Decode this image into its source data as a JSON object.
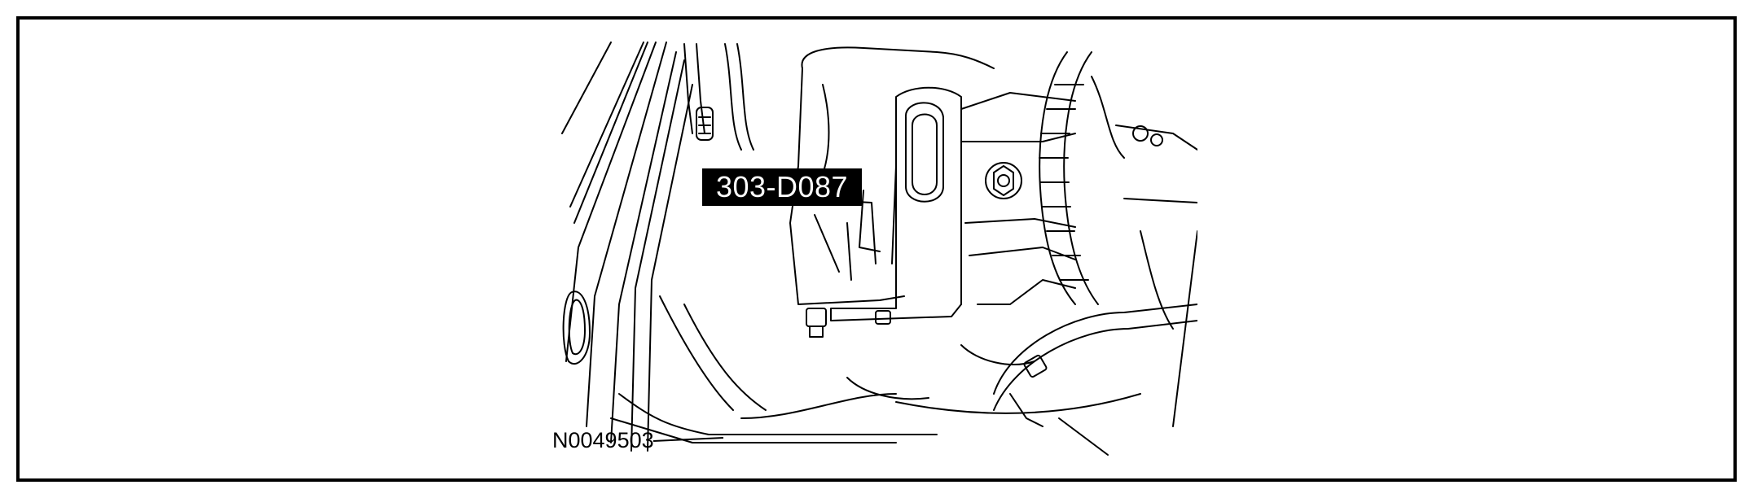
{
  "diagram": {
    "tool_callout": "303-D087",
    "figure_id": "N0049503"
  },
  "colors": {
    "line": "#000000",
    "background": "#ffffff",
    "label_bg": "#000000",
    "label_text": "#ffffff"
  },
  "icons": [
    "engine-mount-bracket-illustration",
    "wiring-harness-illustration",
    "bolt-illustration"
  ]
}
